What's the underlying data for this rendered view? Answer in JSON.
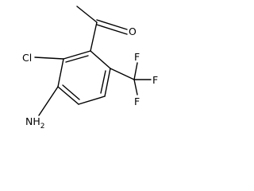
{
  "molecule": {
    "labels": {
      "oxygen": "O",
      "chloro": "Cl",
      "amino": "NH",
      "amino_subscript": "2",
      "fluorine_top": "F",
      "fluorine_right": "F",
      "fluorine_bottom": "F"
    }
  },
  "colors": {
    "bond": "#000000",
    "text": "#000000",
    "background": "#ffffff"
  }
}
